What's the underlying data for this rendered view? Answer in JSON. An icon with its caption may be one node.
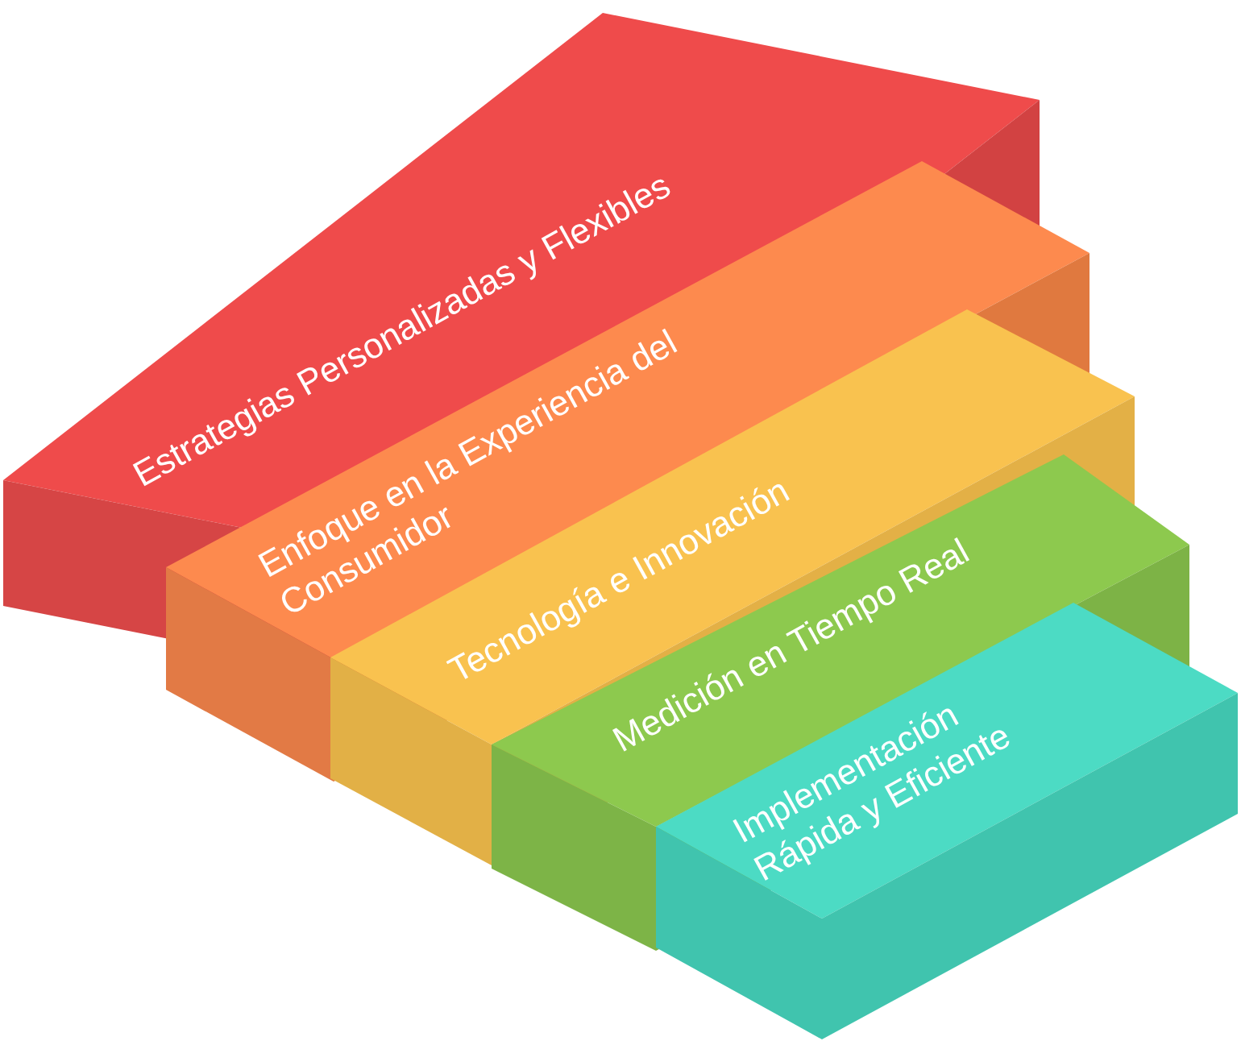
{
  "diagram": {
    "nodes": [
      {
        "text": [
          "Estrategias Personalizadas y Flexibles"
        ]
      },
      {
        "text": [
          "Enfoque en la Experiencia del Consumidor"
        ]
      },
      {
        "text": [
          "Tecnología e Innovación"
        ]
      },
      {
        "text": [
          "Medición en Tiempo Real"
        ]
      },
      {
        "text": [
          "Implementación Rápida y Eficiente"
        ]
      }
    ]
  }
}
